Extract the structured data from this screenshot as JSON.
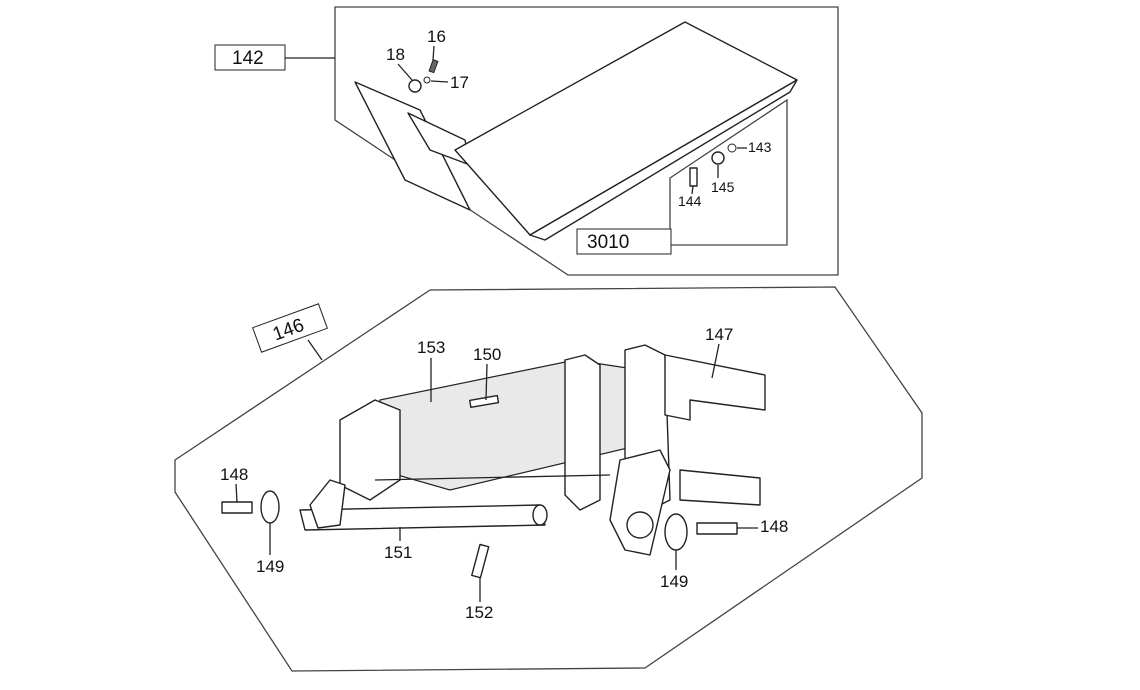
{
  "groups": {
    "top": {
      "label": "142"
    },
    "subgroup": {
      "label": "3010"
    },
    "bottom": {
      "label": "146"
    }
  },
  "callouts": {
    "p16": "16",
    "p18": "18",
    "p17": "17",
    "p143": "143",
    "p145": "145",
    "p144": "144",
    "p153": "153",
    "p150": "150",
    "p147": "147",
    "p148_left": "148",
    "p148_right": "148",
    "p149_left": "149",
    "p149_right": "149",
    "p151": "151",
    "p152": "152"
  }
}
